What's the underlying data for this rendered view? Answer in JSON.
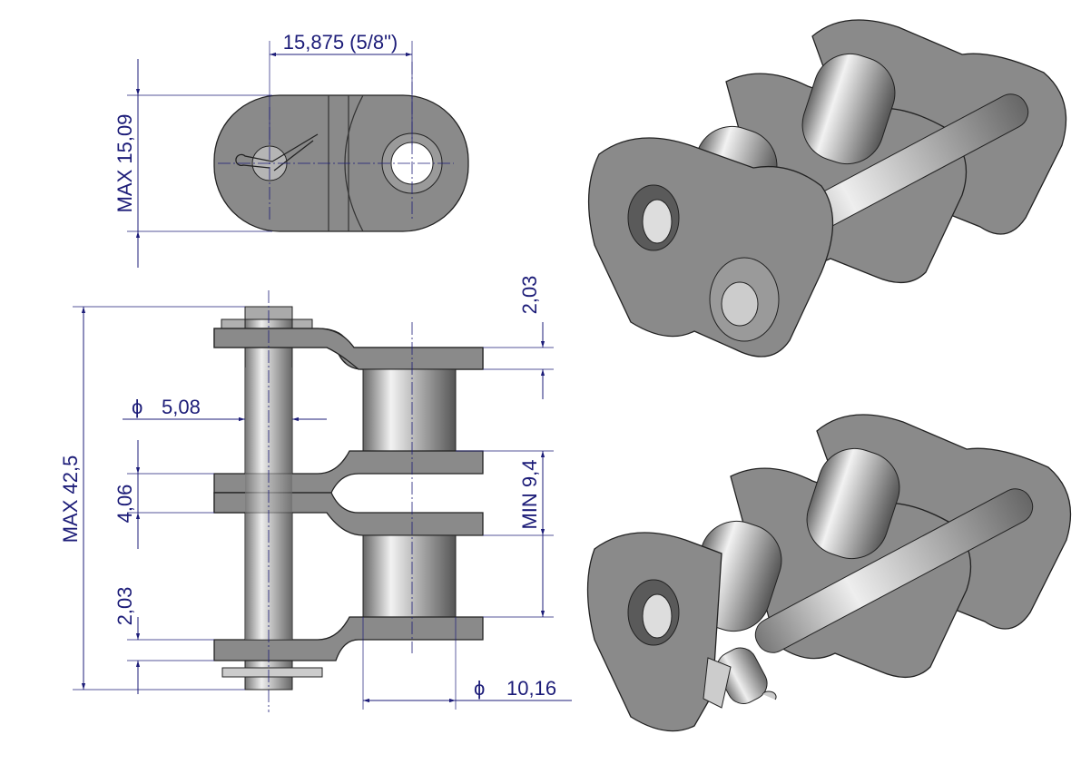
{
  "top_view": {
    "pitch_label": "15,875  (5/8\")",
    "height_label": "MAX 15,09"
  },
  "side_view": {
    "plate_thickness_top": "2,03",
    "pin_diameter": "5,08",
    "inner_width": "MIN 9,4",
    "center_plate": "4,06",
    "overall_width": "MAX 42,5",
    "plate_thickness_bottom": "2,03",
    "roller_diameter": "10,16",
    "diameter_symbol": "ϕ"
  },
  "colors": {
    "dimension": "#1c1c78",
    "plate": "#8a8a8a"
  }
}
